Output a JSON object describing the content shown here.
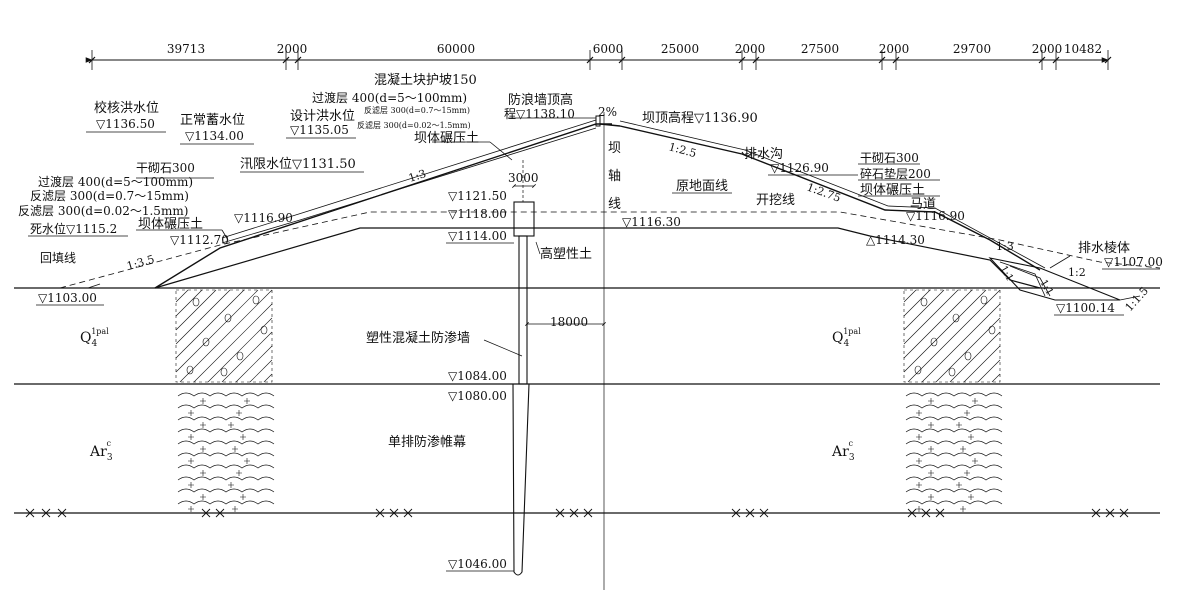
{
  "dims": [
    "39713",
    "2000",
    "60000",
    "6000",
    "25000",
    "2000",
    "27500",
    "2000",
    "29700",
    "2000",
    "10482"
  ],
  "left": {
    "check_flood_label": "校核洪水位",
    "check_flood_elev": "▽1136.50",
    "normal_pool_label": "正常蓄水位",
    "normal_pool_elev": "▽1134.00",
    "design_flood_label": "设计洪水位",
    "design_flood_elev": "▽1135.05",
    "flood_limit_label": "汛限水位▽1131.50",
    "layer1": "混凝土块护坡150",
    "layer2": "过渡层 400(d=5～100mm)",
    "layer3": "反滤层 300(d=0.7～15mm)",
    "layer4": "反滤层 300(d=0.02～1.5mm)",
    "layer5": "坝体碾压土",
    "wave_wall_label_1": "防浪墙顶高",
    "wave_wall_label_2": "程▽1138.10",
    "toe_dry_stone": "干砌石300",
    "toe_transition": "过渡层 400(d=5～100mm)",
    "toe_filter_1": "反滤层 300(d=0.7～15mm)",
    "toe_filter_2": "反滤层 300(d=0.02～1.5mm)",
    "dead_level": "死水位▽1115.2",
    "toe_fill": "坝体碾压土",
    "elev_1116_90": "▽1116.90",
    "elev_1112_70": "▽1112.70",
    "backfill_line": "回填线",
    "slope_1_3_5": "1:3.5",
    "slope_1_3": "1:3",
    "elev_1103": "▽1103.00"
  },
  "center": {
    "dim_3000": "3000",
    "elev_1121_50": "▽1121.50",
    "elev_1118": "▽1118.00",
    "elev_1114": "▽1114.00",
    "high_plastic": "高塑性土",
    "dim_18000": "18000",
    "cutoff_wall": "塑性混凝土防渗墙",
    "elev_1084": "▽1084.00",
    "elev_1080": "▽1080.00",
    "grout_curtain": "单排防渗帷幕",
    "elev_1046": "▽1046.00",
    "crest_slope": "2%",
    "axis_1": "坝",
    "axis_2": "轴",
    "axis_3": "线"
  },
  "right": {
    "crest_elev": "坝顶高程▽1136.90",
    "slope_1_2_5": "1:2.5",
    "drain_ditch": "排水沟",
    "elev_1126_90": "▽1126.90",
    "original_ground": "原地面线",
    "excavation_line": "开挖线",
    "elev_1116_30": "▽1116.30",
    "slope_1_2_75": "1:2.75",
    "dry_stone": "干砌石300",
    "gravel_bed": "碎石垫层200",
    "dam_fill": "坝体碾压土",
    "berm": "马道",
    "berm_elev": "▽1116.90",
    "elev_1114_30": "△1114.30",
    "slope_1_3": "1:3",
    "drain_prism": "排水棱体",
    "elev_1107": "▽1107.00",
    "slope_1_2": "1:2",
    "slope_1_1_a": "1:1",
    "slope_1_1_b": "1:1",
    "slope_1_1_5": "1:1.5",
    "elev_1100_14": "▽1100.14"
  },
  "geology": {
    "q_left_main": "Q",
    "q_left_sub": "4",
    "q_left_sup": "1pal",
    "q_right_main": "Q",
    "q_right_sub": "4",
    "q_right_sup": "1pal",
    "ar_left_main": "Ar",
    "ar_left_sub": "3",
    "ar_left_sup": "c",
    "ar_right_main": "Ar",
    "ar_right_sub": "3",
    "ar_right_sup": "c"
  }
}
